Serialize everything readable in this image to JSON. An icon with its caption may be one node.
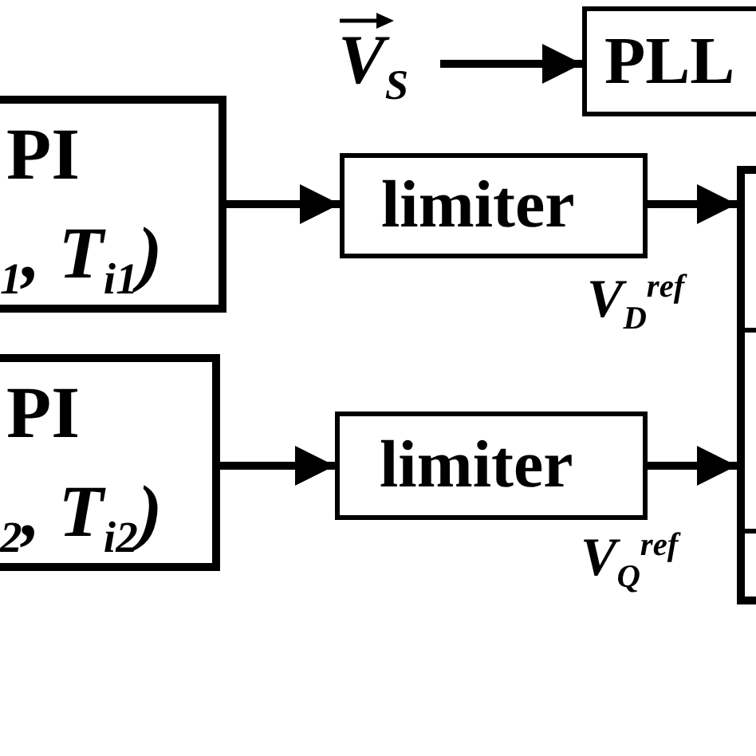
{
  "diagram": {
    "nodes": [
      {
        "text": [
          "PI",
          "$_{1}$, T$_{i1}$)"
        ]
      },
      {
        "text": [
          "limiter"
        ]
      },
      {
        "text": [
          "PI",
          "$_{2}$, T$_{i2}$)"
        ]
      },
      {
        "text": [
          "limiter"
        ]
      },
      {
        "text": [
          "V$_{S}$"
        ]
      },
      {
        "text": [
          "PLL"
        ]
      },
      {
        "text": [],
        "shape": "box"
      }
    ],
    "edges": [
      {
        "from": 4,
        "to": 5,
        "arrow": "to"
      },
      {
        "from": 0,
        "to": 1,
        "arrow": "to"
      },
      {
        "from": 1,
        "to": 6,
        "arrow": "to"
      },
      {
        "from": 2,
        "to": 3,
        "arrow": "to"
      },
      {
        "from": 3,
        "to": 6,
        "arrow": "to"
      }
    ],
    "labels": [
      "V$_{D}$$^{ref}$",
      "V$_{Q}$$^{ref}$"
    ]
  }
}
